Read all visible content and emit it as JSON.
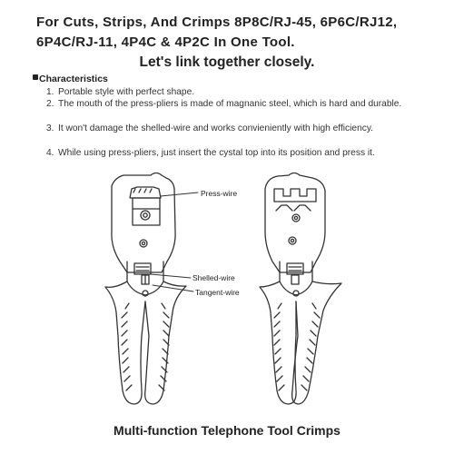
{
  "header": {
    "line1": "For Cuts, Strips, And Crimps 8P8C/RJ-45, 6P6C/RJ12,",
    "line2": "6P4C/RJ-11, 4P4C & 4P2C In One Tool.",
    "slogan": "Let's link together closely."
  },
  "characteristics": {
    "heading": "Characteristics",
    "items": [
      {
        "num": "1.",
        "text": "Portable style with perfect shape."
      },
      {
        "num": "2.",
        "text": "The mouth of the press-pliers is made of magnanic steel, which is hard and durable."
      },
      {
        "num": "3.",
        "text": "It won't damage the shelled-wire and works convieniently with high efficiency."
      },
      {
        "num": "4.",
        "text": "While using press-pliers, just insert the cystal top into its position and press it."
      }
    ]
  },
  "diagram": {
    "labels": {
      "press_wire": "Press-wire",
      "shelled_wire": "Shelled-wire",
      "tangent_wire": "Tangent-wire"
    }
  },
  "footer": {
    "caption": "Multi-function Telephone Tool Crimps"
  },
  "colors": {
    "text": "#222222",
    "line": "#333333",
    "background": "#ffffff"
  }
}
